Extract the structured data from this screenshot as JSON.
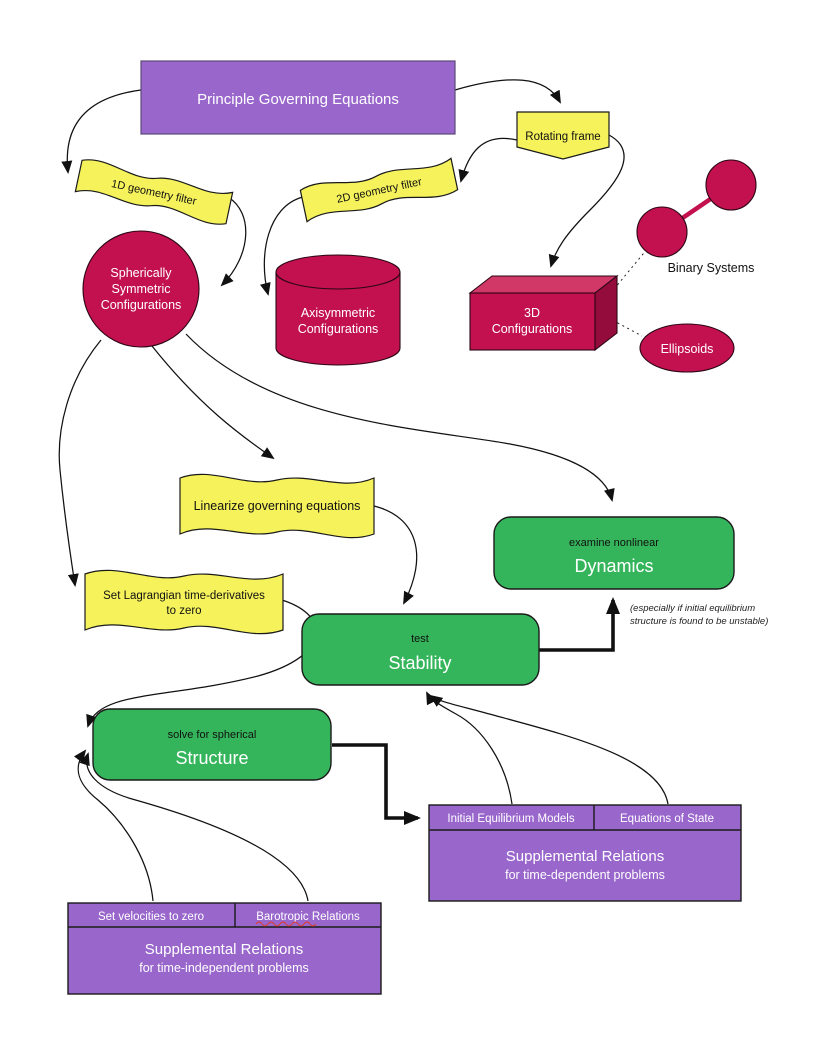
{
  "nodes": {
    "principle": {
      "label": "Principle Governing Equations"
    },
    "rotating_frame": {
      "label": "Rotating frame"
    },
    "filter_1d": {
      "label": "1D geometry filter"
    },
    "filter_2d": {
      "label": "2D geometry filter"
    },
    "spherical": {
      "lines": [
        "Spherically",
        "Symmetric",
        "Configurations"
      ]
    },
    "axisymmetric": {
      "lines": [
        "Axisymmetric",
        "Configurations"
      ]
    },
    "threed": {
      "lines": [
        "3D",
        "Configurations"
      ]
    },
    "binary": {
      "label": "Binary Systems"
    },
    "ellipsoids": {
      "label": "Ellipsoids"
    },
    "linearize": {
      "label": "Linearize governing equations"
    },
    "lagrangian": {
      "lines": [
        "Set Lagrangian time-derivatives",
        "to zero"
      ]
    },
    "dynamics": {
      "subtitle": "examine nonlinear",
      "title": "Dynamics"
    },
    "stability": {
      "subtitle": "test",
      "title": "Stability"
    },
    "structure": {
      "subtitle": "solve for spherical",
      "title": "Structure"
    },
    "note": {
      "lines": [
        "(especially if initial equilibrium",
        "structure is found to be unstable)"
      ]
    },
    "supp_time_dependent": {
      "tabs": [
        "Initial Equilibrium Models",
        "Equations of State"
      ],
      "title": "Supplemental Relations",
      "subtitle": "for time-dependent problems"
    },
    "supp_time_independent": {
      "tabs": [
        "Set velocities to zero",
        "Barotropic Relations"
      ],
      "title": "Supplemental Relations",
      "subtitle": "for time-independent problems"
    }
  },
  "colors": {
    "purple": "#9966cc",
    "yellow": "#f5f25c",
    "green": "#35b55b",
    "crimson": "#c2114e",
    "crimson_light": "#d13868",
    "crimson_dark": "#930c3b"
  },
  "connections": [
    {
      "from": "Principle Governing Equations",
      "to": "1D geometry filter"
    },
    {
      "from": "Principle Governing Equations",
      "to": "Rotating frame"
    },
    {
      "from": "Rotating frame",
      "to": "2D geometry filter"
    },
    {
      "from": "Rotating frame",
      "to": "3D Configurations"
    },
    {
      "from": "1D geometry filter",
      "to": "Spherically Symmetric Configurations"
    },
    {
      "from": "2D geometry filter",
      "to": "Axisymmetric Configurations"
    },
    {
      "from": "Spherically Symmetric Configurations",
      "to": "Set Lagrangian time-derivatives to zero"
    },
    {
      "from": "Spherically Symmetric Configurations",
      "to": "Linearize governing equations"
    },
    {
      "from": "Spherically Symmetric Configurations",
      "to": "Dynamics"
    },
    {
      "from": "Linearize governing equations",
      "to": "Stability"
    },
    {
      "from": "Set Lagrangian time-derivatives to zero",
      "to": "Structure"
    },
    {
      "from": "Structure",
      "to": "Supplemental Relations (time-dependent)",
      "style": "thick"
    },
    {
      "from": "Stability",
      "to": "Dynamics",
      "style": "thick"
    },
    {
      "from": "Initial Equilibrium Models",
      "to": "Stability"
    },
    {
      "from": "Equations of State",
      "to": "Stability"
    },
    {
      "from": "Set velocities to zero",
      "to": "Structure"
    },
    {
      "from": "Barotropic Relations",
      "to": "Structure"
    },
    {
      "from": "3D Configurations",
      "to": "Binary Systems",
      "style": "dotted"
    },
    {
      "from": "3D Configurations",
      "to": "Ellipsoids",
      "style": "dotted"
    }
  ]
}
